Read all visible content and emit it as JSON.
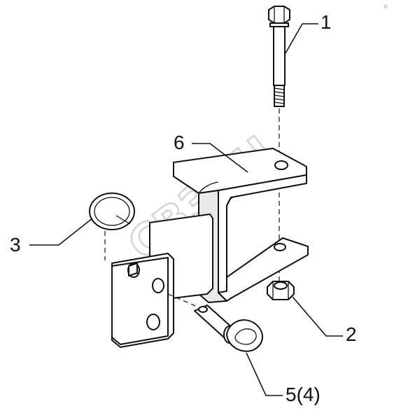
{
  "diagram": {
    "callouts": [
      {
        "id": "c1",
        "label": "1"
      },
      {
        "id": "c2",
        "label": "2"
      },
      {
        "id": "c3",
        "label": "3"
      },
      {
        "id": "c4",
        "label": "5(4)"
      },
      {
        "id": "c5",
        "label": "6"
      }
    ],
    "watermark": {
      "text": "СВЗОН",
      "corner_mark": "©"
    },
    "colors": {
      "line": "#111111",
      "background": "#ffffff",
      "watermark": "#d4d4d4"
    }
  }
}
